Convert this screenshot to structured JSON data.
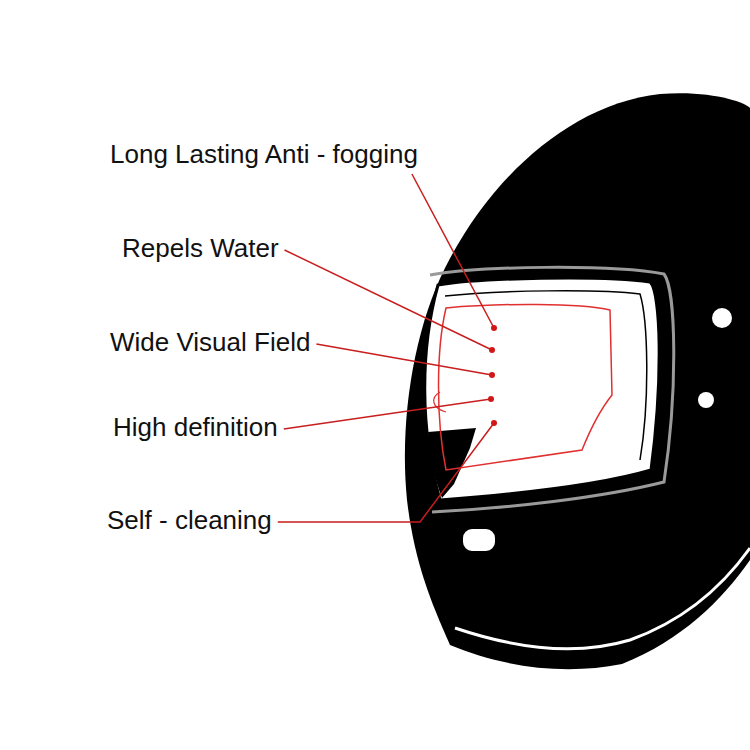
{
  "diagram": {
    "labels": [
      "Long Lasting Anti - fogging",
      "Repels Water",
      "Wide Visual Field",
      "High definition",
      "Self - cleaning"
    ]
  }
}
